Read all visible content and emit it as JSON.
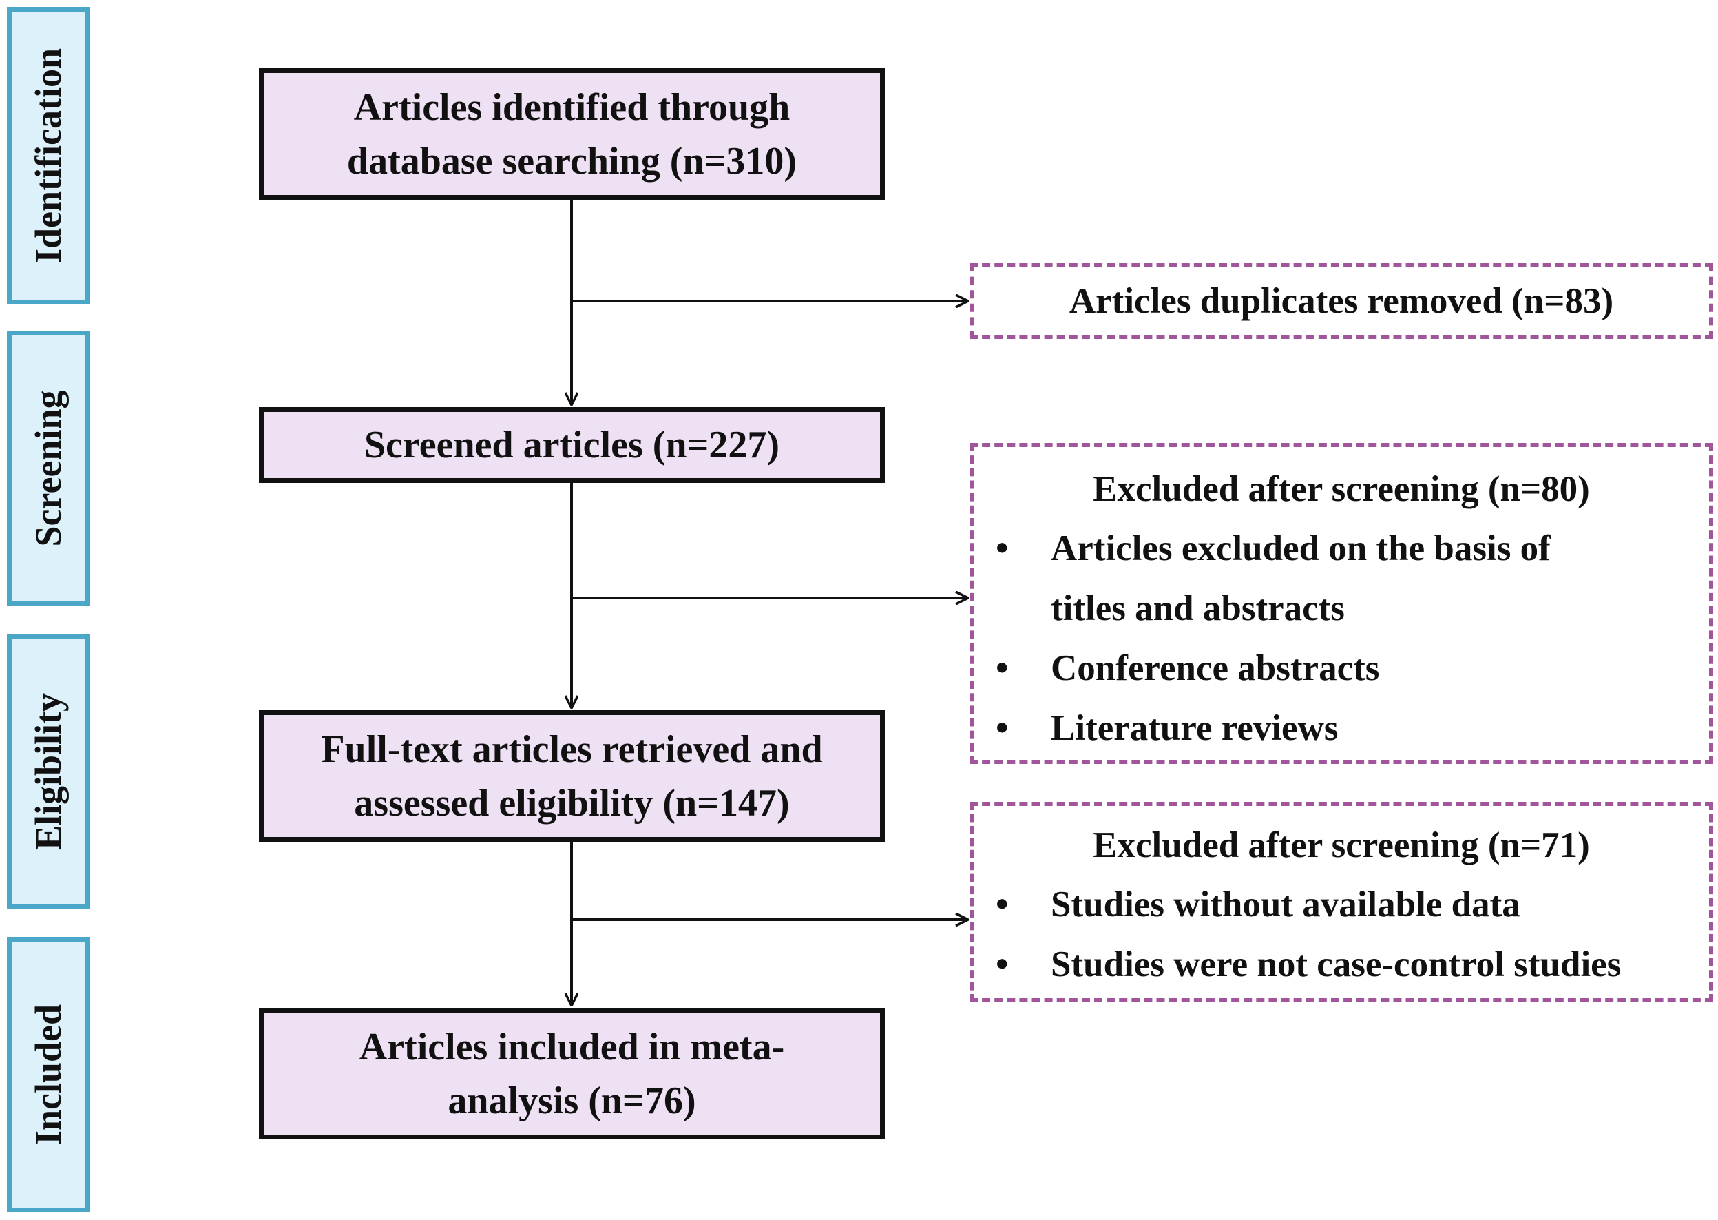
{
  "stages": [
    "Identification",
    "Screening",
    "Eligibility",
    "Included"
  ],
  "main_boxes": [
    {
      "lines": [
        "Articles identified through",
        "database searching (n=310)"
      ]
    },
    {
      "lines": [
        "Screened articles (n=227)"
      ]
    },
    {
      "lines": [
        "Full-text articles retrieved and",
        "assessed eligibility (n=147)"
      ]
    },
    {
      "lines": [
        "Articles included in meta-",
        "analysis (n=76)"
      ]
    }
  ],
  "side_boxes": [
    {
      "title": "Articles duplicates removed (n=83)",
      "bullets": []
    },
    {
      "title": "Excluded after screening (n=80)",
      "bullets": [
        "Articles excluded on the basis of titles and abstracts",
        "Conference abstracts",
        "Literature reviews"
      ]
    },
    {
      "title": "Excluded after screening (n=71)",
      "bullets": [
        "Studies without available data",
        "Studies were not case-control studies"
      ]
    }
  ],
  "bullet_char": "•",
  "colors": {
    "stage_border": "#4aa7c8",
    "stage_fill": "#ddf1fb",
    "box_fill": "#efe1f4",
    "box_border": "#111111",
    "dashed_border": "#a1569c"
  }
}
